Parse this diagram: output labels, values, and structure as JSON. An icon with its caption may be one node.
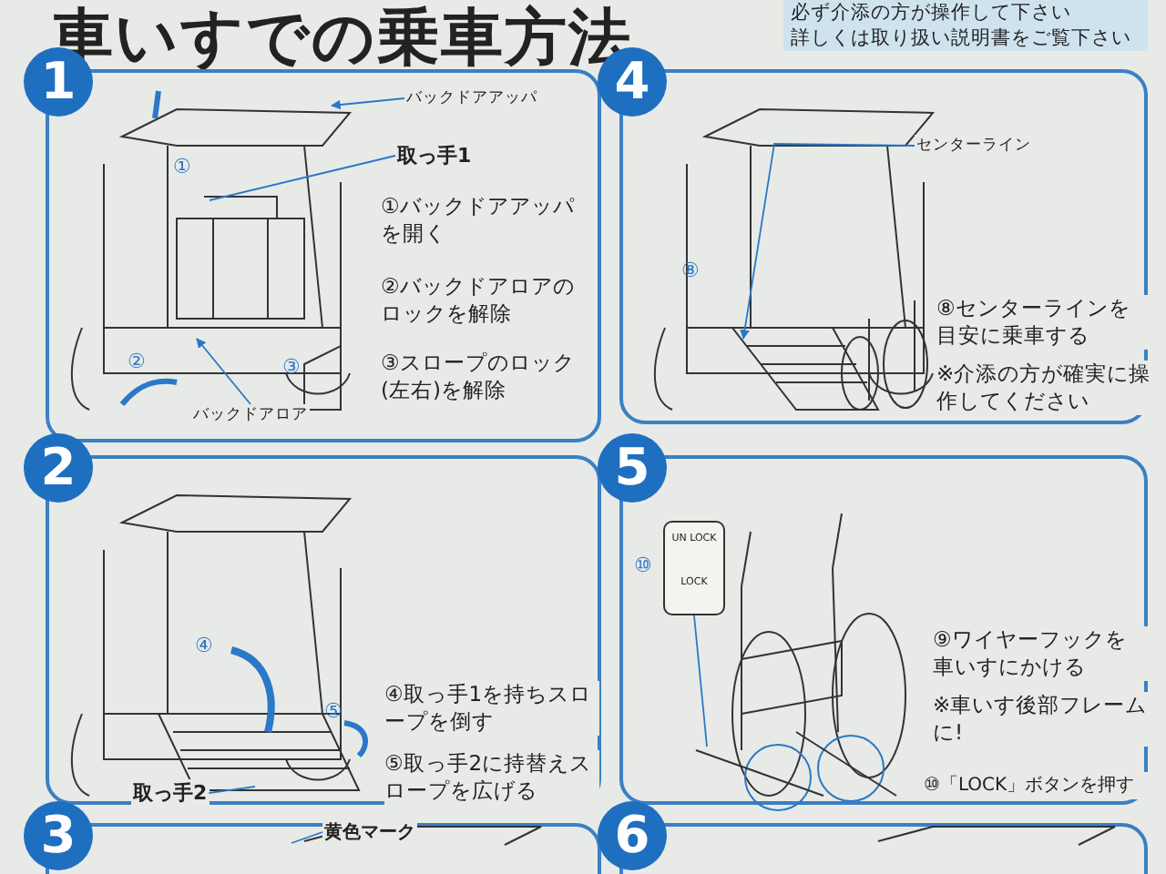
{
  "diagram": {
    "title": "車いすでの乗車方法",
    "nodes": [
      {
        "text": [
          "1",
          "①バックドアアッパを開く",
          "②バックドアロアのロックを解除",
          "③スロープのロック(左右)を解除"
        ]
      },
      {
        "text": [
          "バックドアアッパ"
        ],
        "in": 0
      },
      {
        "text": [
          "取っ手1"
        ],
        "in": 0
      },
      {
        "text": [
          "バックドアロア"
        ],
        "in": 0
      },
      {
        "text": [
          "4",
          "⑧センターラインを目安に乗車する",
          "※介添の方が確実に操作してください"
        ]
      },
      {
        "text": [
          "センターライン"
        ],
        "in": 4
      },
      {
        "text": [
          "2",
          "④取っ手1を持ちスロープを倒す",
          "⑤取っ手2に持替えスロープを広げる"
        ]
      },
      {
        "text": [
          "取っ手2"
        ],
        "in": 6
      },
      {
        "text": [
          "5",
          "⑨ワイヤーフックを車いすにかける",
          "※車いす後部フレームに!",
          "⑩「LOCK」ボタンを押す"
        ]
      },
      {
        "text": [
          "UN LOCK",
          "LOCK"
        ],
        "in": 8,
        "beside": [
          "⑩"
        ]
      },
      {
        "text": [
          "3"
        ]
      },
      {
        "text": [
          "黄色マーク"
        ],
        "in": 10
      },
      {
        "text": [
          "6"
        ]
      }
    ],
    "edges": [
      {
        "from": 1,
        "to": null,
        "arrow": "to"
      },
      {
        "from": 2,
        "to": null,
        "arrow": "none"
      },
      {
        "from": 3,
        "to": null,
        "arrow": "to"
      },
      {
        "from": 5,
        "to": null,
        "arrow": "to"
      },
      {
        "from": 7,
        "to": null,
        "arrow": "none"
      },
      {
        "from": 9,
        "to": null,
        "arrow": "none"
      },
      {
        "from": 11,
        "to": null,
        "arrow": "none"
      }
    ],
    "labels": [
      "必ず介添の方が操作して下さい",
      "詳しくは取り扱い説明書をご覧下さい",
      "①",
      "②",
      "③",
      "⑧",
      "④",
      "⑤"
    ]
  }
}
